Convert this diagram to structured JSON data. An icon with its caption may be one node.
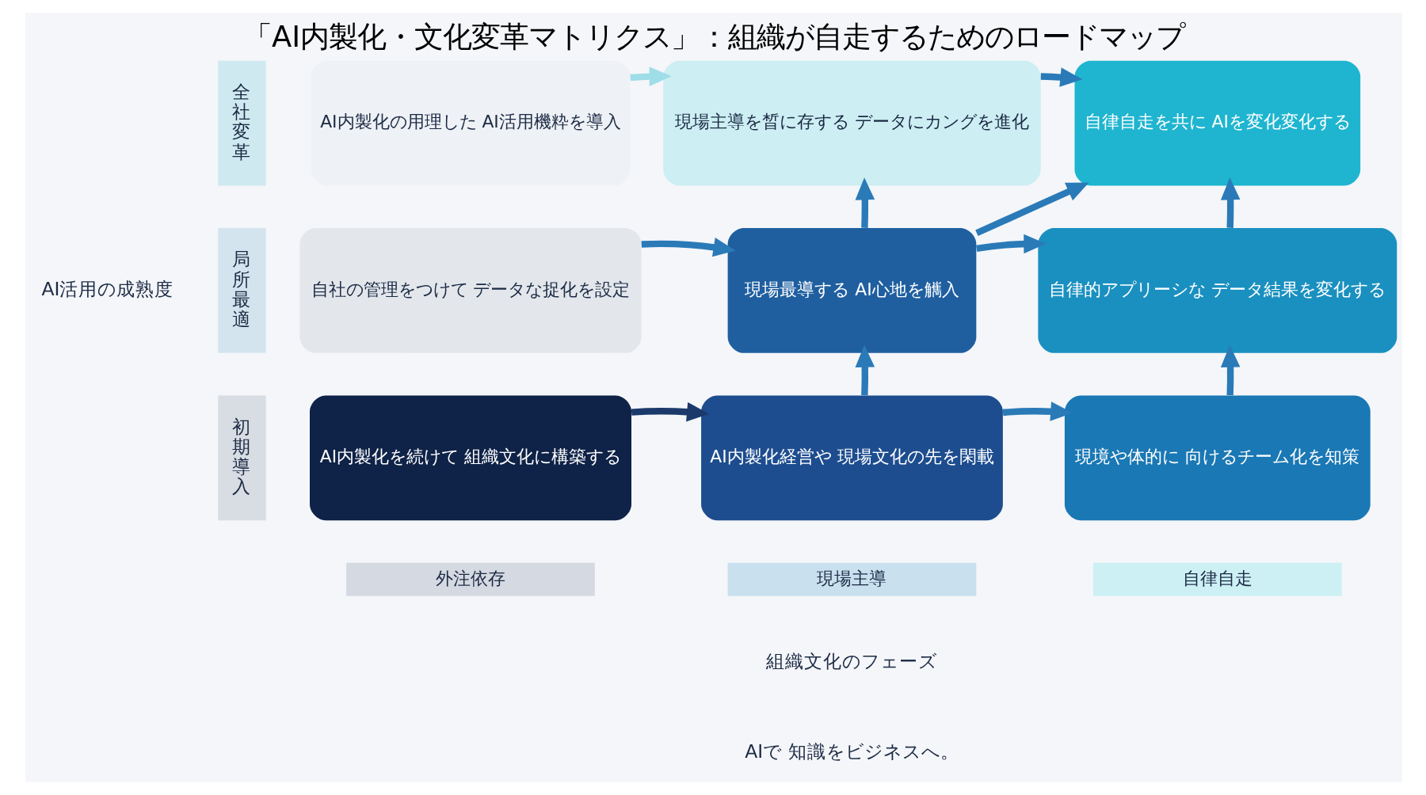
{
  "diagram": {
    "title": "「AI内製化・文化変革マトリクス」：組織が自走するためのロードマップ",
    "nodes": [
      {
        "text": [
          "全社変革"
        ]
      },
      {
        "text": [
          "AI内製化の用理した AI活用機粋を導入"
        ]
      },
      {
        "text": [
          "現場主導を晳に存する データにカングを進化"
        ]
      },
      {
        "text": [
          "自律自走を共に AIを変化変化する"
        ]
      },
      {
        "text": [
          "局所最適"
        ]
      },
      {
        "text": [
          "自社の管理をつけて データな捉化を設定"
        ]
      },
      {
        "text": [
          "現場最導する AI心地を觽入"
        ]
      },
      {
        "text": [
          "自律的アプリーシな データ結果を変化する"
        ]
      },
      {
        "text": [
          "初期導入"
        ]
      },
      {
        "text": [
          "AI内製化を続けて 組織文化に構築する"
        ]
      },
      {
        "text": [
          "AI内製化経営や 現場文化の先を閑載"
        ]
      },
      {
        "text": [
          "現境や体的に 向けるチーム化を知策"
        ]
      },
      {
        "text": [
          "外注依存"
        ]
      },
      {
        "text": [
          "現場主導"
        ]
      },
      {
        "text": [
          "自律自走"
        ]
      }
    ],
    "edges": [
      {
        "from": 1,
        "to": 2,
        "arrow": "to",
        "color": "#9fdde8"
      },
      {
        "from": 2,
        "to": 3,
        "arrow": "to"
      },
      {
        "from": 5,
        "to": 6,
        "arrow": "to"
      },
      {
        "from": 6,
        "to": 7,
        "arrow": "to"
      },
      {
        "from": 9,
        "to": 10,
        "arrow": "to",
        "color": "#1b3a6b"
      },
      {
        "from": 10,
        "to": 11,
        "arrow": "to"
      },
      {
        "from": 10,
        "to": 6,
        "arrow": "to"
      },
      {
        "from": 6,
        "to": 2,
        "arrow": "to"
      },
      {
        "from": 11,
        "to": 7,
        "arrow": "to"
      },
      {
        "from": 7,
        "to": 3,
        "arrow": "to"
      },
      {
        "from": 6,
        "to": 3,
        "arrow": "to"
      }
    ],
    "labels": [
      "AI活用の成熟度",
      "組織文化のフェーズ",
      "AIで 知識をビジネスへ。"
    ]
  }
}
